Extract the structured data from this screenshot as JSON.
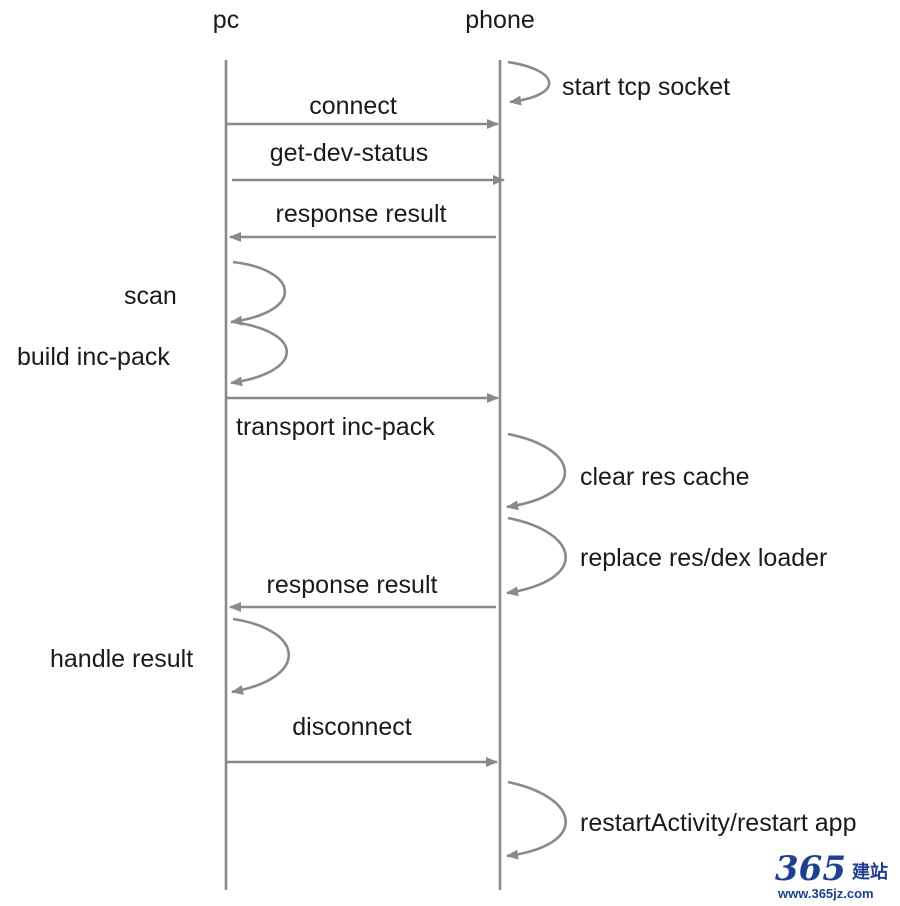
{
  "lifelines": {
    "pc": "pc",
    "phone": "phone"
  },
  "messages": {
    "start_tcp_socket": "start tcp socket",
    "connect": "connect",
    "get_dev_status": "get-dev-status",
    "response_result_1": "response result",
    "scan": "scan",
    "build_inc_pack": "build inc-pack",
    "transport_inc_pack": "transport inc-pack",
    "clear_res_cache": "clear res cache",
    "replace_loader": "replace res/dex loader",
    "response_result_2": "response result",
    "handle_result": "handle result",
    "disconnect": "disconnect",
    "restart": "restartActivity/restart app"
  },
  "watermark": {
    "logo": "365",
    "cn": "建站",
    "url": "www.365jz.com"
  },
  "colors": {
    "line": "#8a8a8e",
    "text": "#1a1a1a",
    "watermark": "#1f3f8f"
  }
}
